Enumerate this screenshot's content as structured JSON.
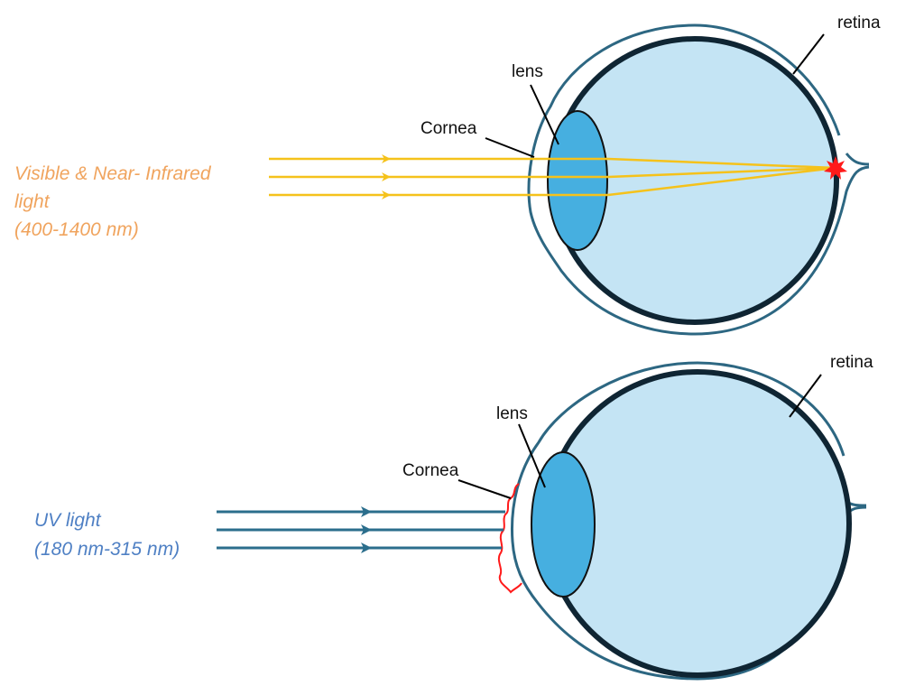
{
  "colors": {
    "eye_fill": "#c4e4f4",
    "lens_fill": "#46afe0",
    "outline": "#2d6782",
    "retina_line": "#0f2533",
    "visible_ray": "#f5c21b",
    "uv_ray": "#2b6e8c",
    "visible_text": "#f0a45e",
    "uv_text": "#4f80c4",
    "damage": "#ff1a1a"
  },
  "diagrams": [
    {
      "labels": {
        "retina": "retina",
        "lens": "lens",
        "cornea": "Cornea"
      },
      "light_label": [
        "Visible & Near- Infrared",
        "light",
        "(400-1400 nm)"
      ],
      "damage_site": "retina"
    },
    {
      "labels": {
        "retina": "retina",
        "lens": "lens",
        "cornea": "Cornea"
      },
      "light_label": [
        "UV light",
        "(180 nm-315 nm)"
      ],
      "damage_site": "cornea"
    }
  ]
}
